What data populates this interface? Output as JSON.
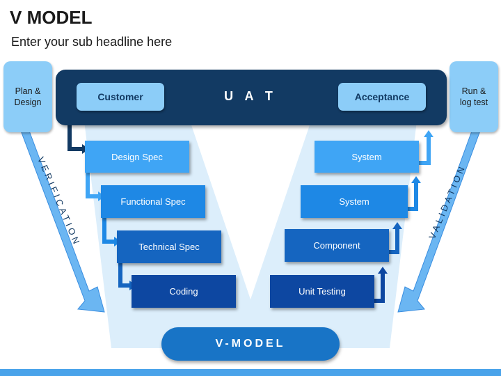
{
  "header": {
    "title": "V MODEL",
    "subtitle": "Enter your sub headline here"
  },
  "uat": {
    "label": "U A T",
    "left_button": "Customer",
    "right_button": "Acceptance"
  },
  "side": {
    "left_box": "Plan &\nDesign",
    "right_box": "Run &\nlog test",
    "left_arrow_label": "VERIFICATION",
    "right_arrow_label": "VALIDATION"
  },
  "left_steps": [
    "Design Spec",
    "Functional Spec",
    "Technical Spec",
    "Coding"
  ],
  "right_steps": [
    "System",
    "System",
    "Component",
    "Unit Testing"
  ],
  "footer": {
    "label": "V-MODEL"
  },
  "colors": {
    "dark_navy": "#123a63",
    "step_1": "#3fa5f5",
    "step_2": "#1e88e5",
    "step_3": "#1565c0",
    "step_4": "#0d47a1",
    "light_blue": "#8ccdf8",
    "pill": "#1874c6"
  }
}
